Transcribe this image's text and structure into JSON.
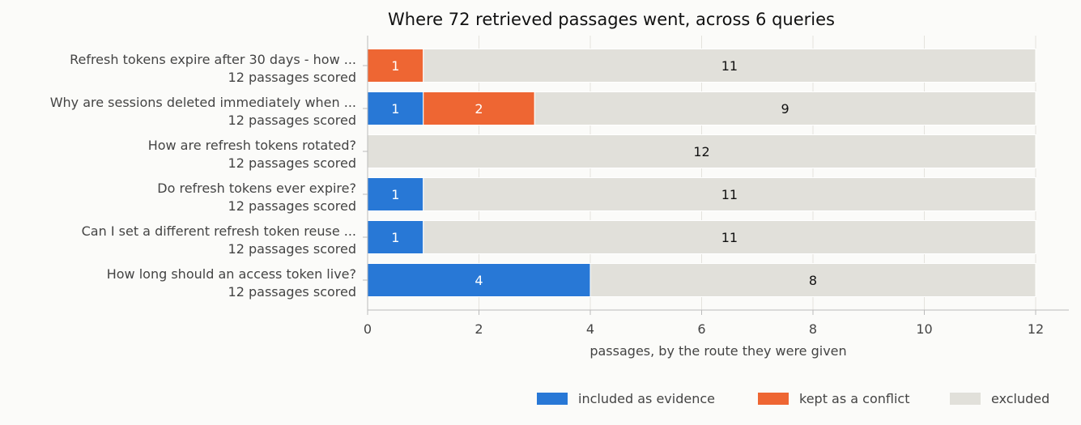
{
  "chart_data": {
    "type": "bar",
    "orientation": "horizontal",
    "stacked": true,
    "title": "Where 72 retrieved passages went, across 6 queries",
    "xlabel": "passages, by the route they were given",
    "ylabel": "",
    "xlim": [
      0,
      12
    ],
    "x_ticks": [
      0,
      2,
      4,
      6,
      8,
      10,
      12
    ],
    "grid": "vertical",
    "legend_position": "bottom-right",
    "categories": [
      {
        "query": "Refresh tokens expire after 30 days - how ...",
        "sub": "12 passages scored"
      },
      {
        "query": "Why are sessions deleted immediately when ...",
        "sub": "12 passages scored"
      },
      {
        "query": "How are refresh tokens rotated?",
        "sub": "12 passages scored"
      },
      {
        "query": "Do refresh tokens ever expire?",
        "sub": "12 passages scored"
      },
      {
        "query": "Can I set a different refresh token reuse ...",
        "sub": "12 passages scored"
      },
      {
        "query": "How long should an access token live?",
        "sub": "12 passages scored"
      }
    ],
    "series": [
      {
        "name": "included as evidence",
        "color": "#2878d6",
        "label_color": "#ffffff",
        "values": [
          0,
          1,
          0,
          1,
          1,
          4
        ]
      },
      {
        "name": "kept as a conflict",
        "color": "#ee6633",
        "label_color": "#ffffff",
        "values": [
          1,
          2,
          0,
          0,
          0,
          0
        ]
      },
      {
        "name": "excluded",
        "color": "#e1e0da",
        "label_color": "#111111",
        "values": [
          11,
          9,
          12,
          11,
          11,
          8
        ]
      }
    ]
  }
}
